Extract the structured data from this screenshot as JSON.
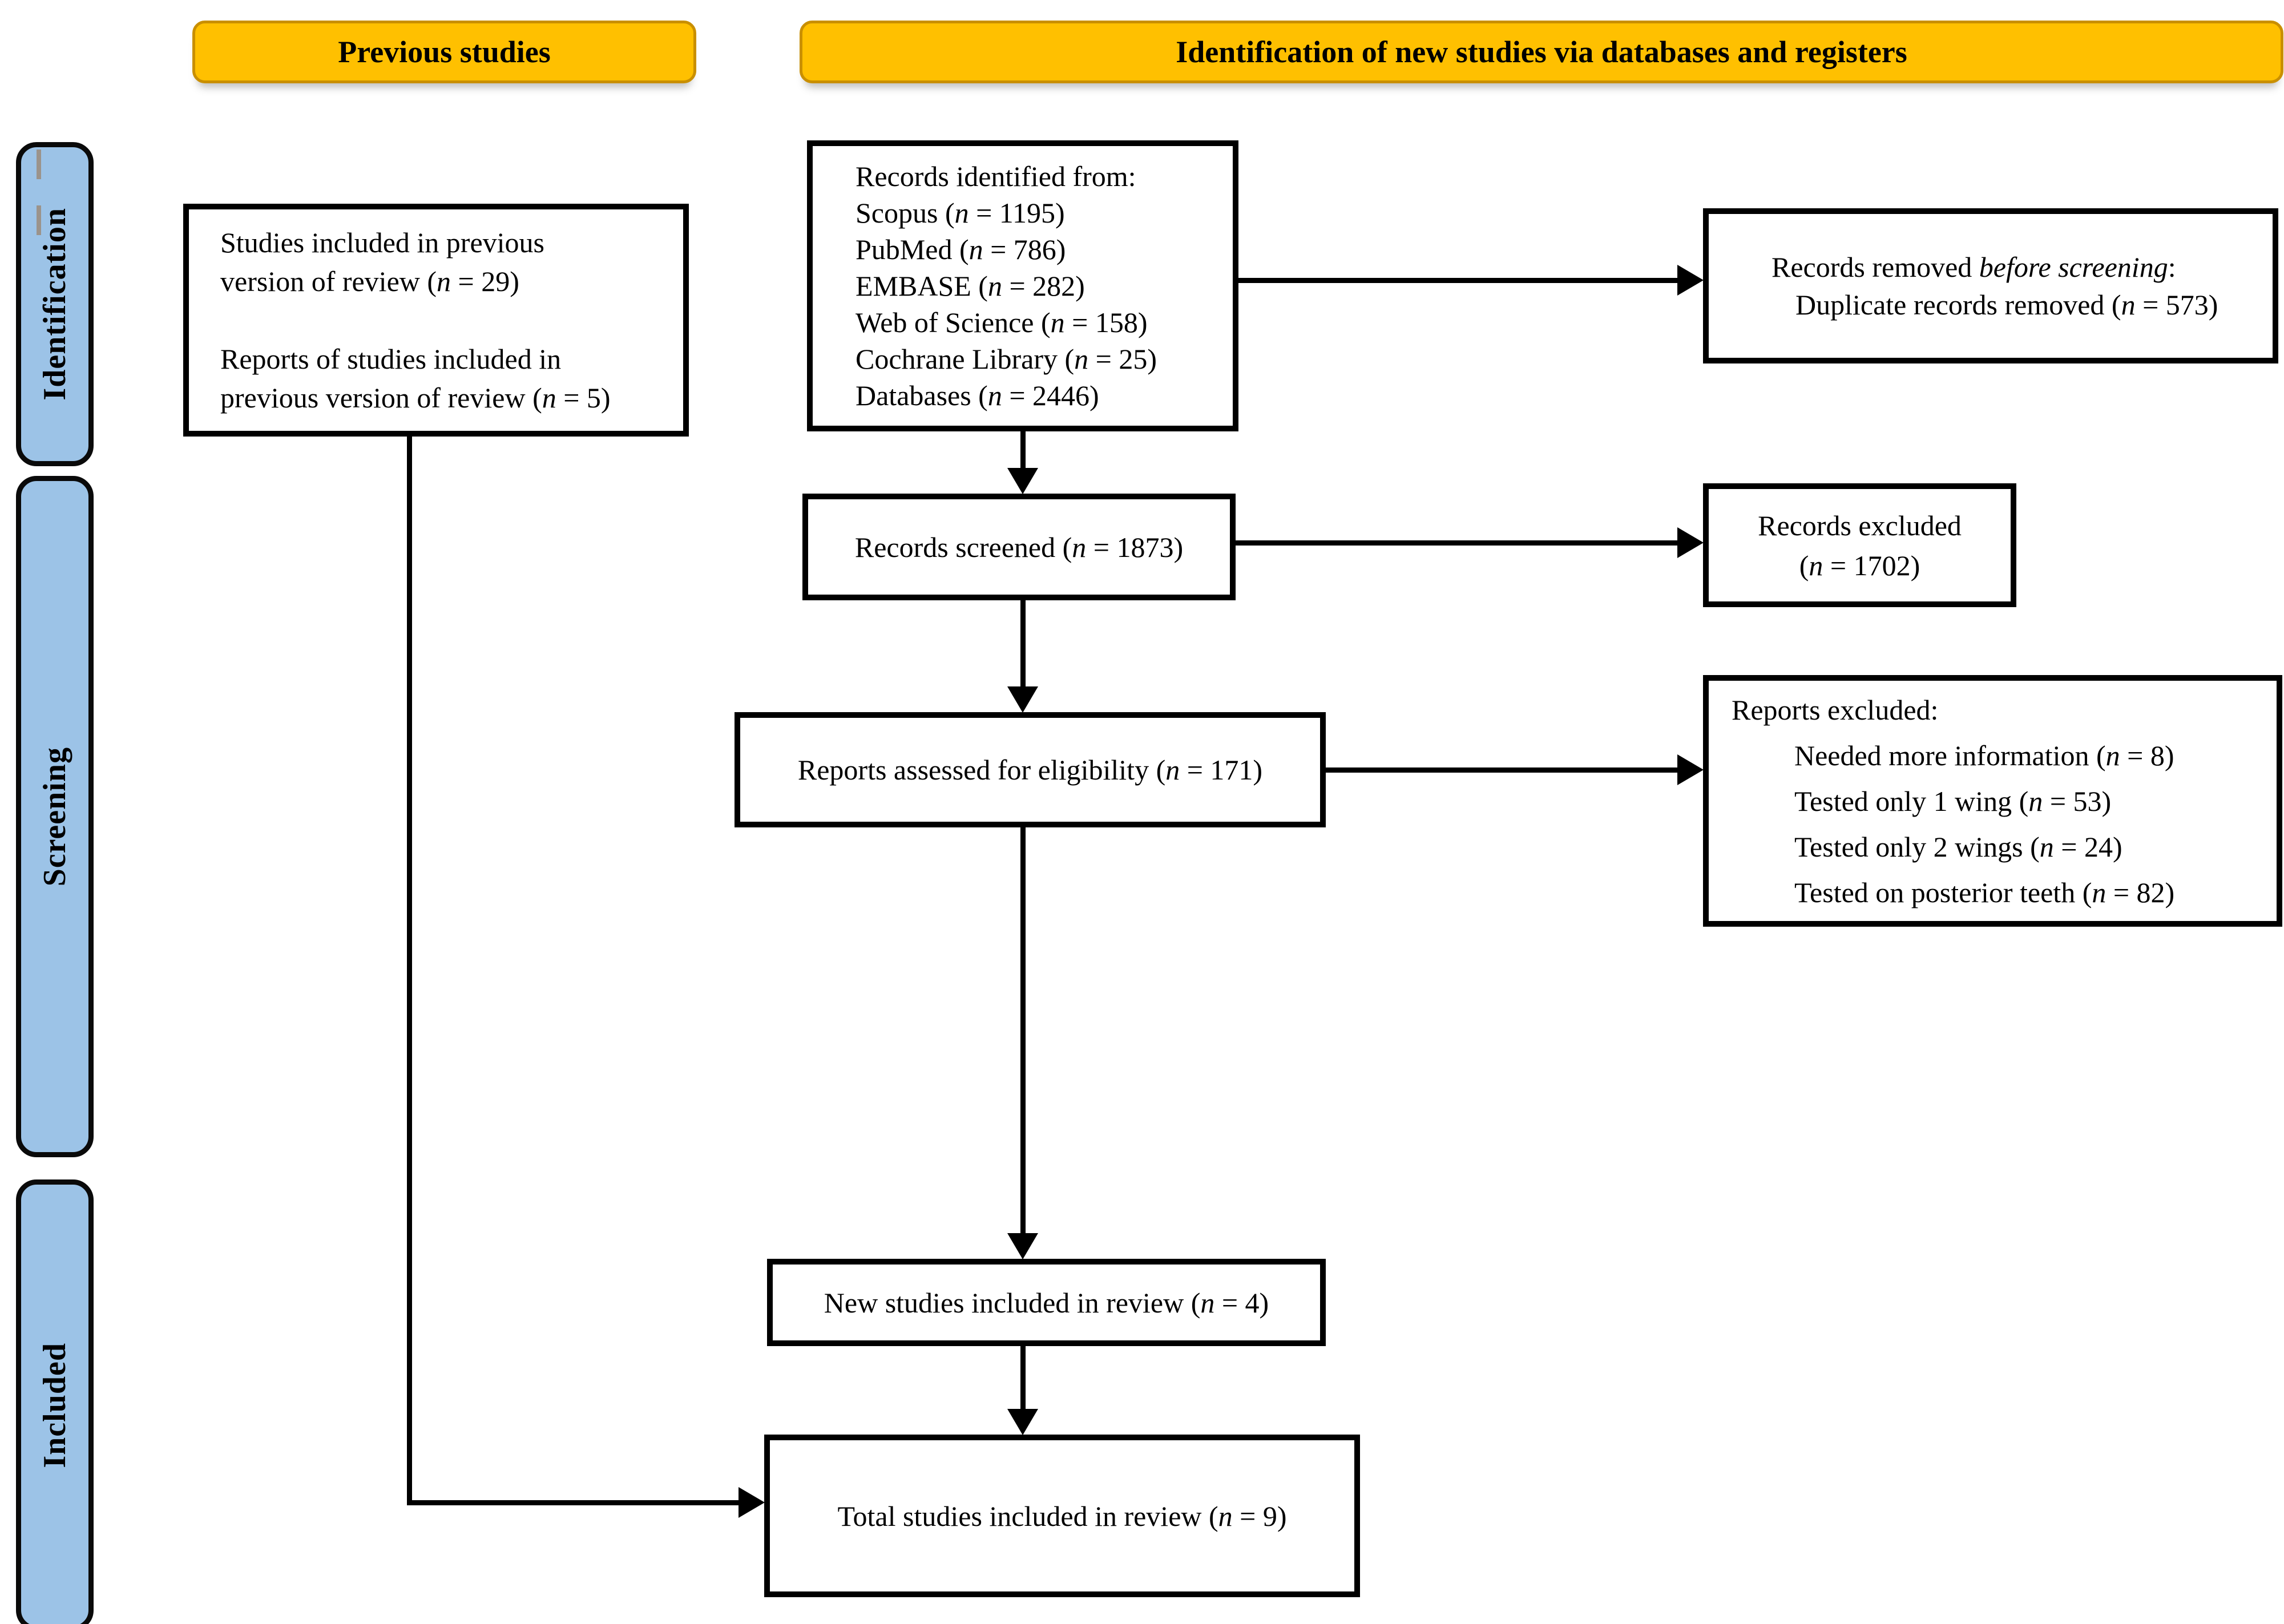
{
  "headers": {
    "previous_studies": "Previous studies",
    "identification": "Identification of new studies via databases and registers"
  },
  "sidebar": {
    "identification": "Identification",
    "screening": "Screening",
    "included": "Included"
  },
  "boxes": {
    "previous_studies": {
      "lines": [
        "Studies included in previous",
        "version of review (*n* = 29)",
        "",
        "Reports of studies included in",
        "previous version of review (*n* = 5)"
      ]
    },
    "records_identified": {
      "lines": [
        "Records identified from:",
        "Scopus (*n* = 1195)",
        "PubMed (*n* = 786)",
        "EMBASE (*n* = 282)",
        "Web of Science (*n* = 158)",
        "Cochrane Library (*n* = 25)",
        "Databases (*n* = 2446)"
      ]
    },
    "records_removed": {
      "lines": [
        "Records removed *before screening*:",
        "Duplicate records removed (*n* = 573)"
      ]
    },
    "records_screened": {
      "label": "Records screened (*n* = 1873)"
    },
    "records_excluded": {
      "lines": [
        "Records excluded",
        "(*n* = 1702)"
      ]
    },
    "reports_assessed": {
      "label": "Reports assessed for eligibility (*n* = 171)"
    },
    "reports_excluded": {
      "lines": [
        "Reports excluded:",
        "Needed more information (*n* = 8)",
        "Tested only 1 wing (*n* = 53)",
        "Tested only 2 wings (*n* = 24)",
        "Tested on posterior teeth (*n* = 82)"
      ]
    },
    "new_studies": {
      "label": "New studies included in review (*n* = 4)"
    },
    "total_studies": {
      "label": "Total studies included in review (*n* = 9)"
    }
  },
  "colors": {
    "header_fill": "#FFC000",
    "header_border": "#C98F00",
    "sidebar_fill": "#9CC3E7",
    "box_border": "#000000",
    "arrow": "#000000",
    "artifact_gray": "#9B938B"
  }
}
